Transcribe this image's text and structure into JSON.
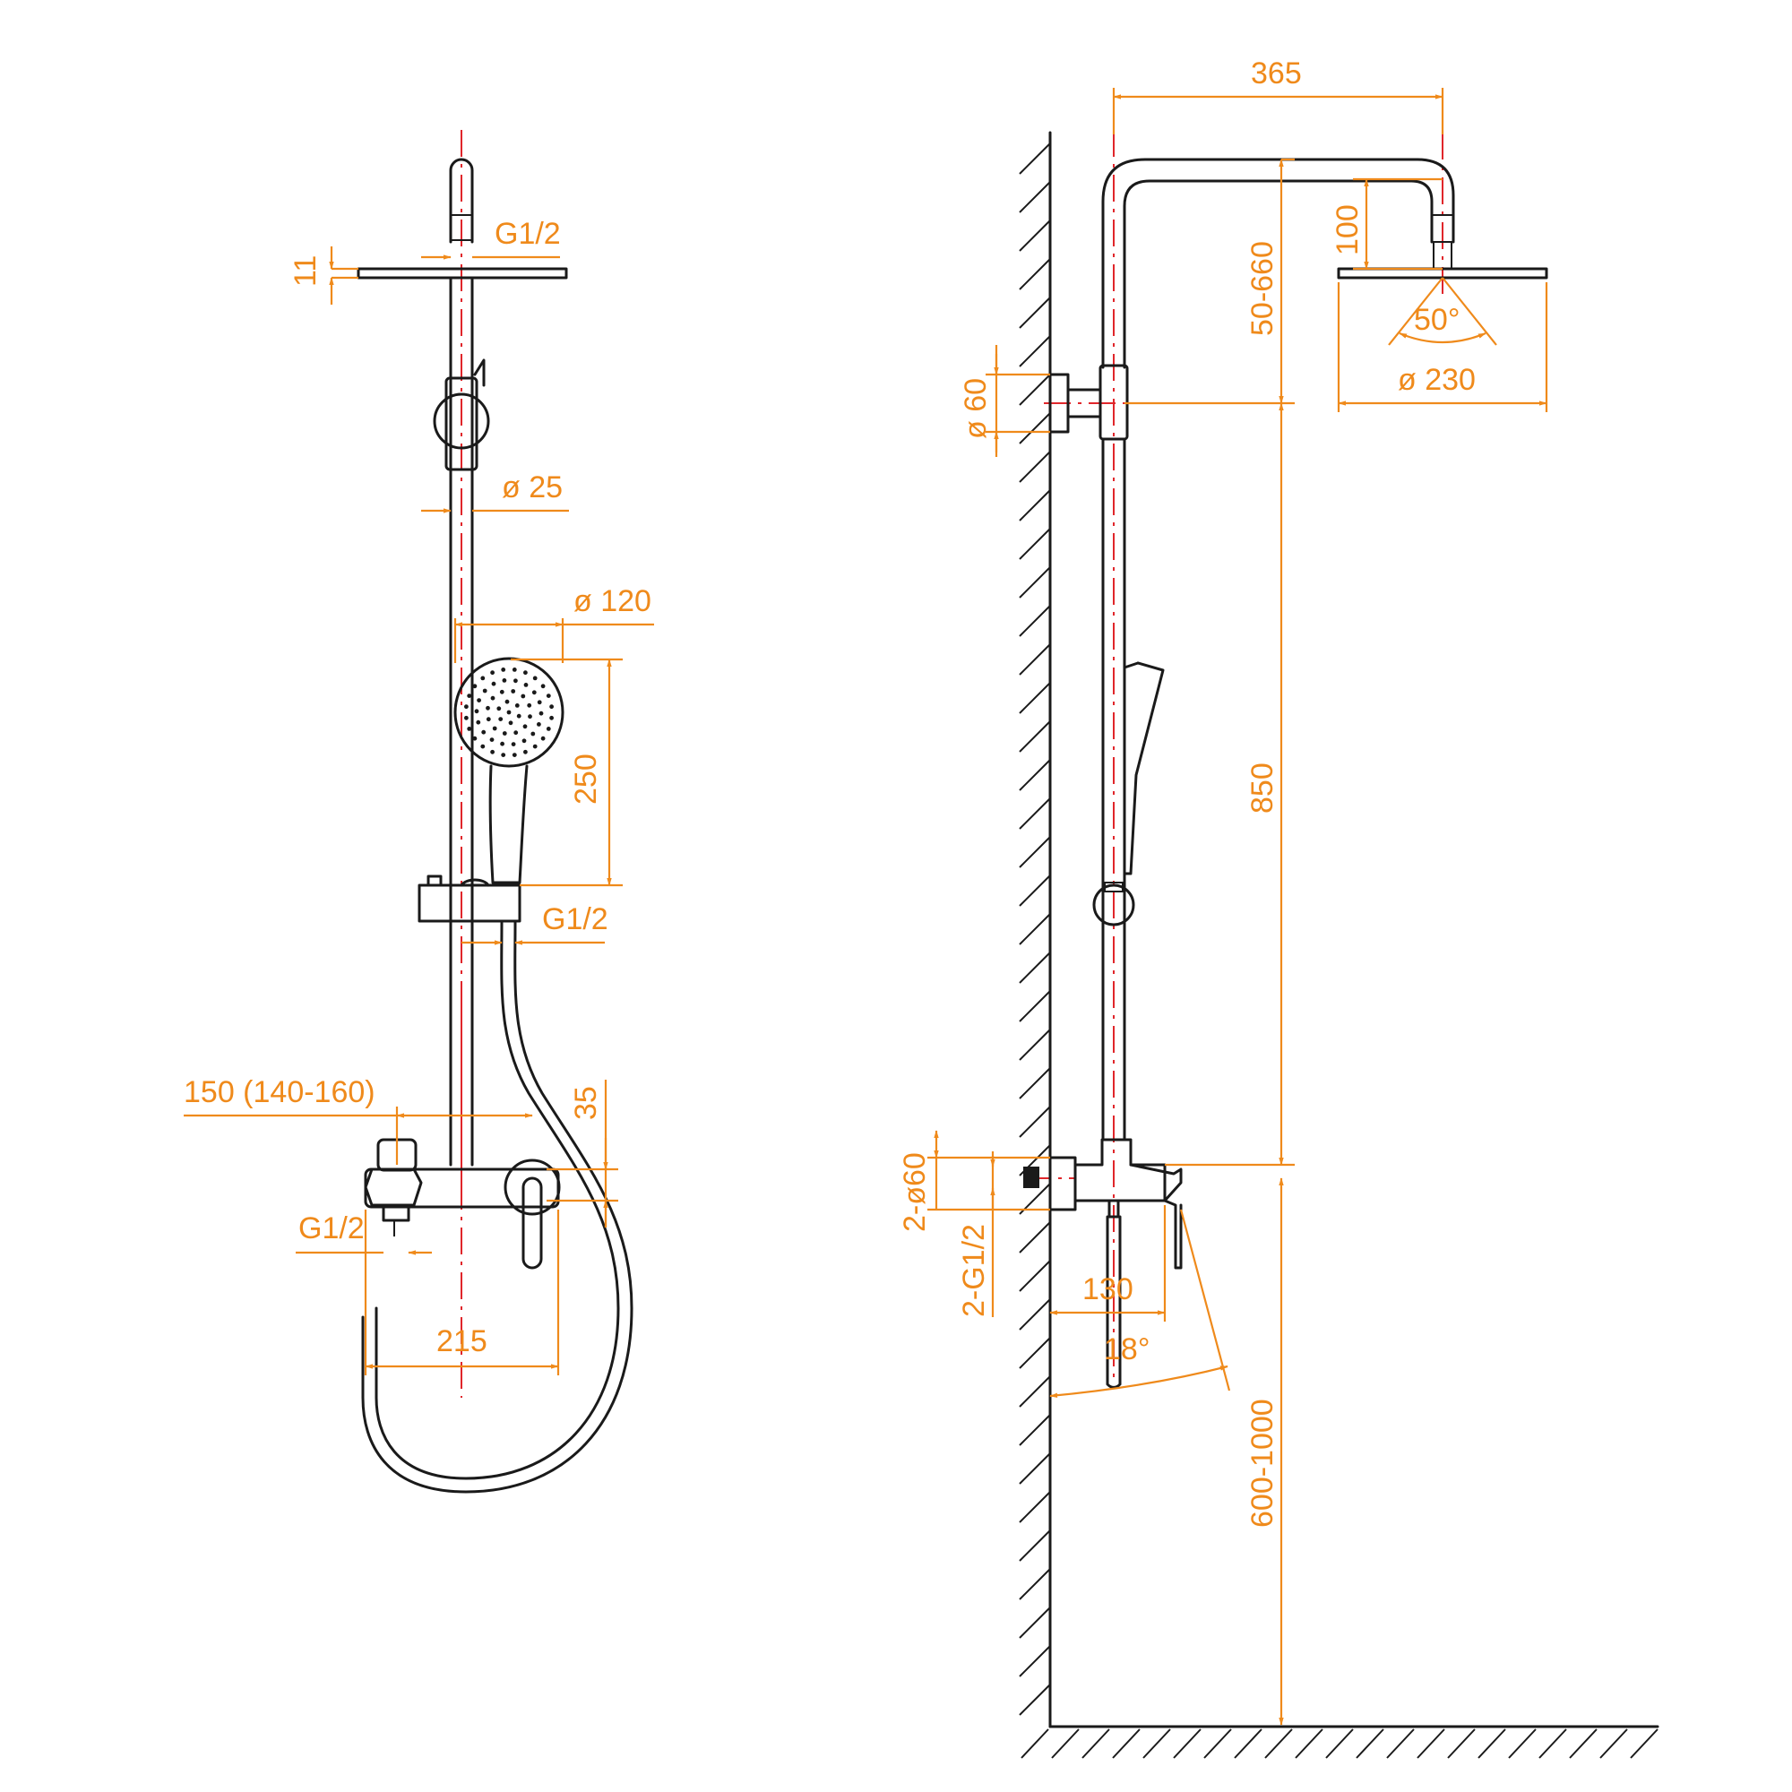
{
  "colors": {
    "outline": "#1a1a1a",
    "dimension": "#ef8a1b",
    "centerline": "#e0262b",
    "background": "#ffffff"
  },
  "front_view": {
    "dim_head_thickness": "11",
    "dim_head_thread": "G1/2",
    "dim_rail_diameter": "ø 25",
    "dim_hand_shower_diameter": "ø 120",
    "dim_hand_shower_length": "250",
    "dim_holder_thread": "G1/2",
    "dim_mixer_spacing": "150 (140-160)",
    "dim_outlet_height": "35",
    "dim_inlet_thread": "G1/2",
    "dim_mixer_width": "215"
  },
  "side_view": {
    "dim_arm_reach": "365",
    "dim_head_drop": "100",
    "dim_top_adjust": "50-660",
    "dim_spray_angle": "50°",
    "dim_head_diameter": "ø 230",
    "dim_bracket_diameter": "ø 60",
    "dim_rail_height": "850",
    "dim_flange_diameter": "2-ø60",
    "dim_inlet_thread": "2-G1/2",
    "dim_mixer_depth": "130",
    "dim_spout_angle": "18°",
    "dim_mixer_height": "600-1000"
  }
}
